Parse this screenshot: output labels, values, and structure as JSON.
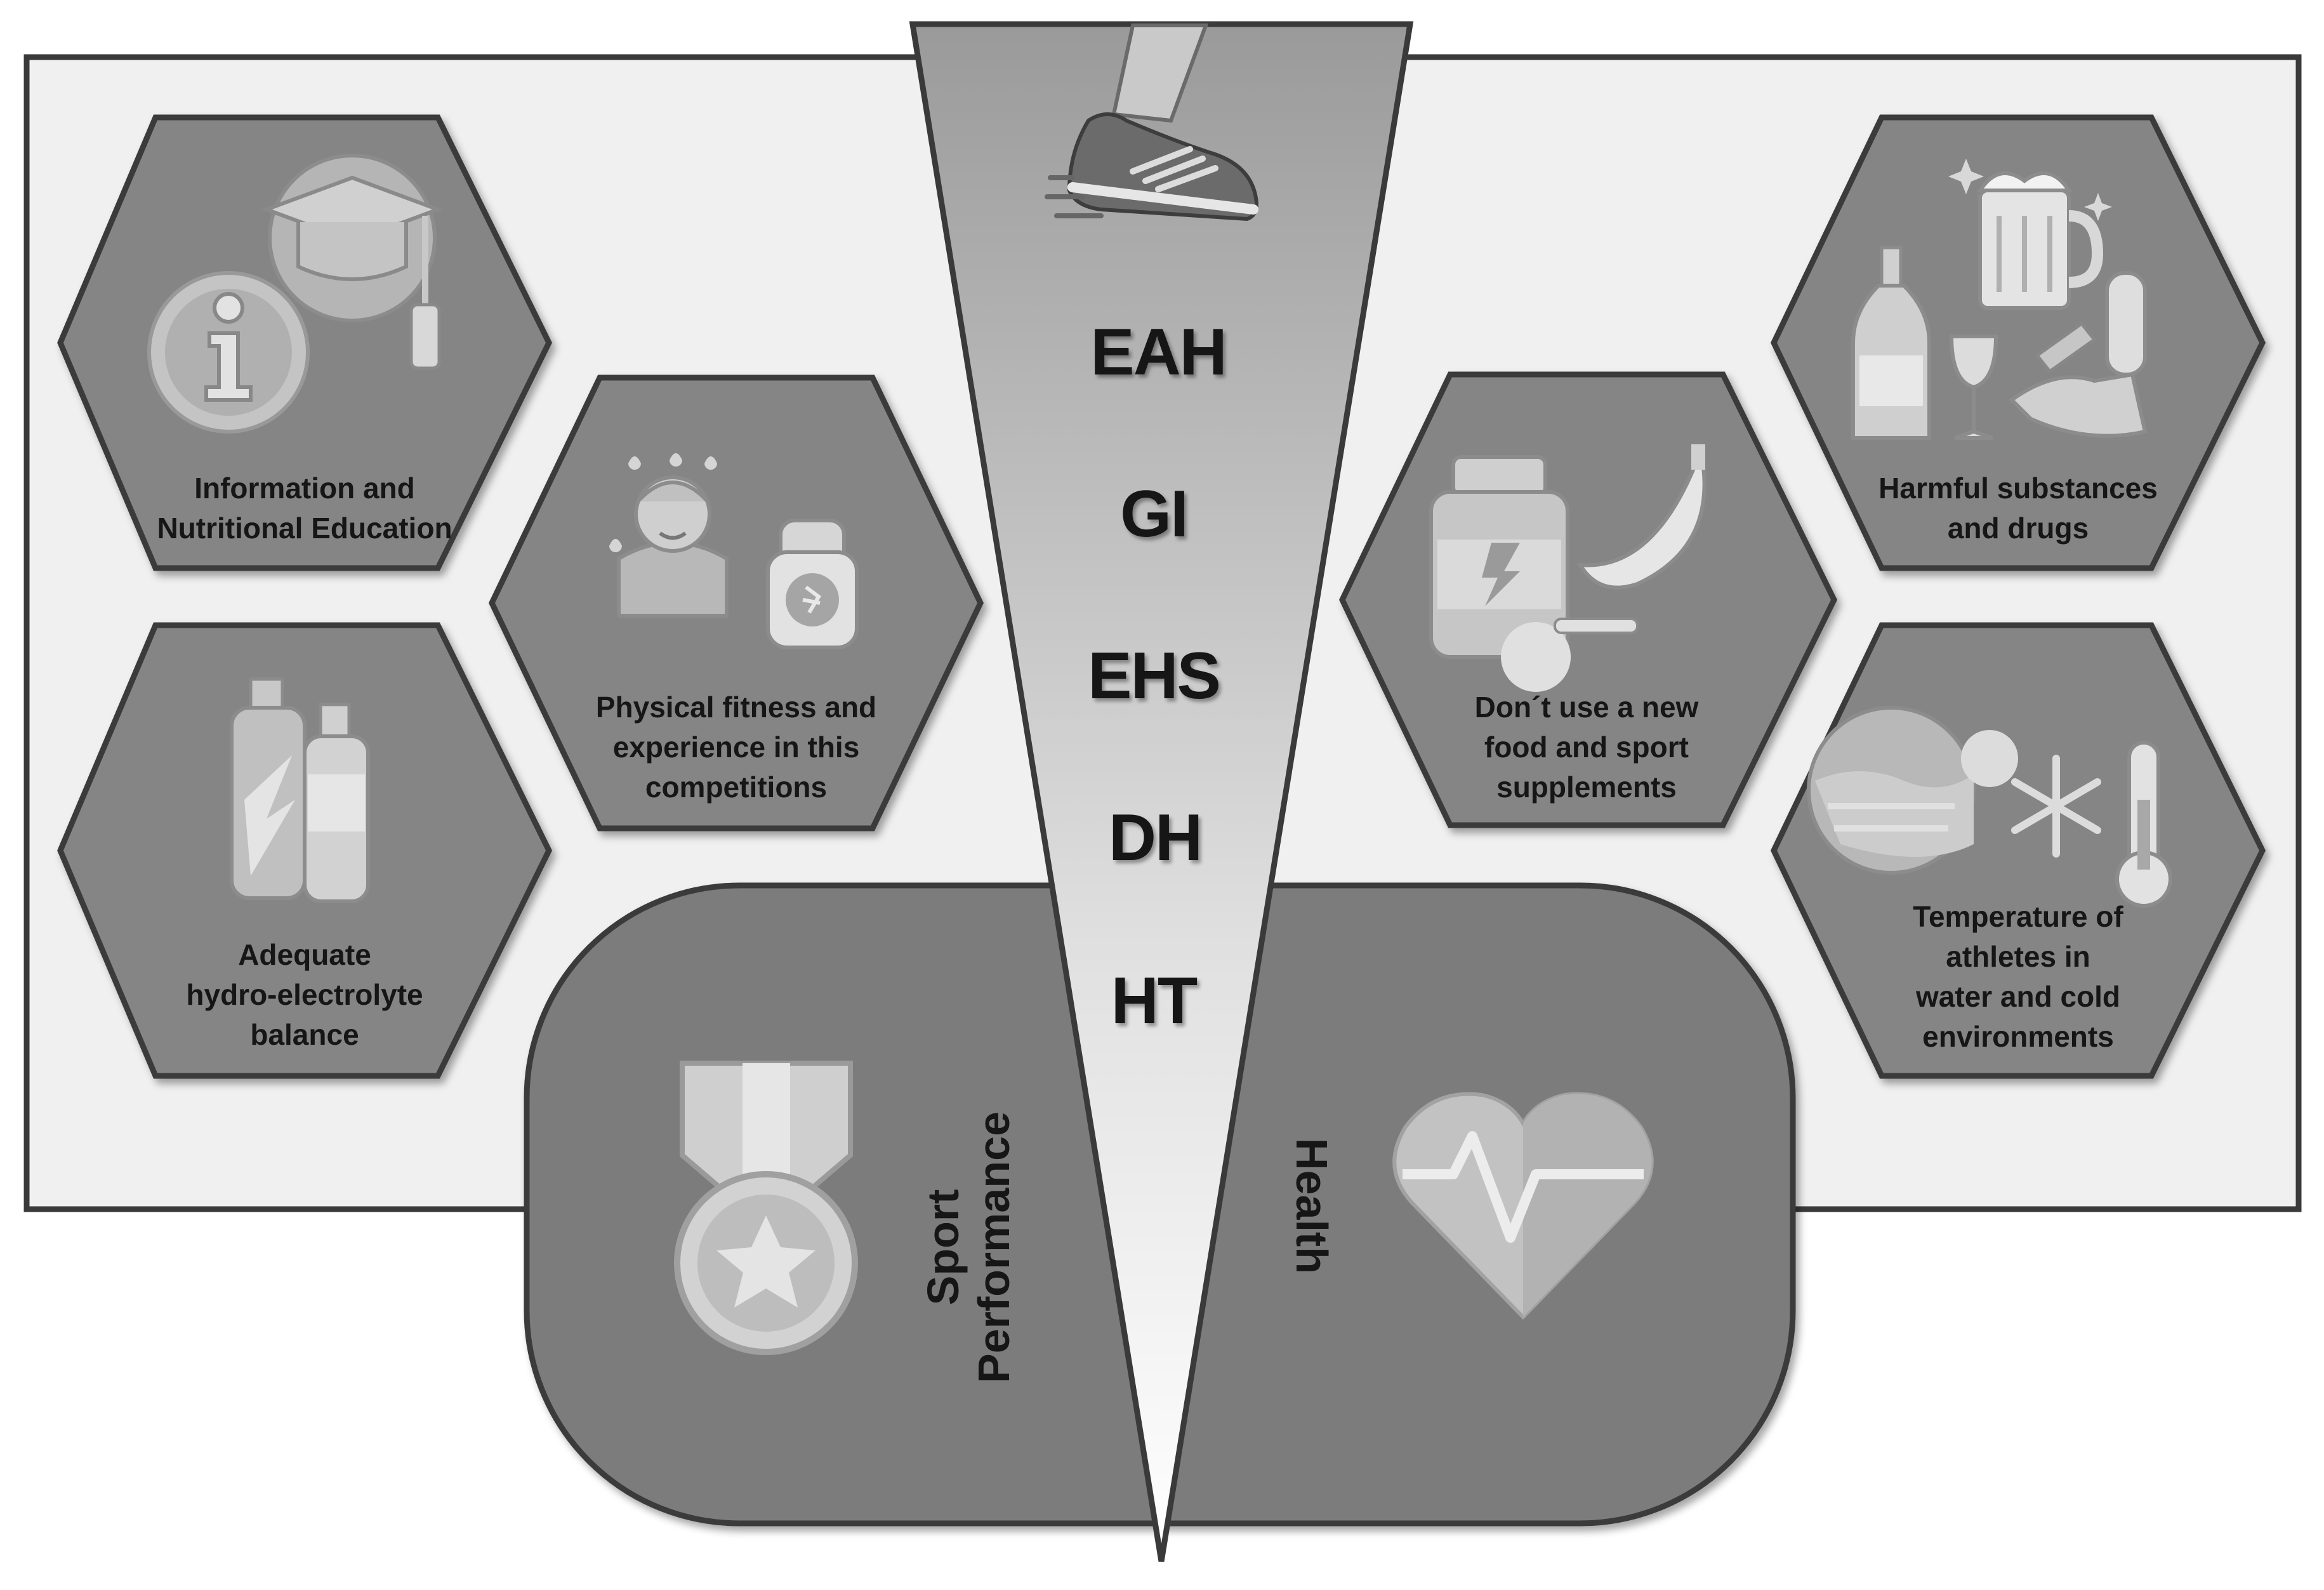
{
  "abbreviations": [
    "EAH",
    "GI",
    "EHS",
    "DH",
    "HT"
  ],
  "left_factors": [
    {
      "lines": [
        "Information and",
        "Nutritional Education"
      ],
      "icon": "graduation-cap-info-icon"
    },
    {
      "lines": [
        "Physical fitness and",
        "experience in this",
        "competitions"
      ],
      "icon": "sweating-athlete-smartwatch-icon"
    },
    {
      "lines": [
        "Adequate",
        "hydro-electrolyte",
        "balance"
      ],
      "icon": "sport-drink-bottles-icon"
    }
  ],
  "right_factors": [
    {
      "lines": [
        "Harmful substances",
        "and drugs"
      ],
      "icon": "alcohol-drugs-icon"
    },
    {
      "lines": [
        "Don´t use a new",
        "food and sport",
        "supplements"
      ],
      "icon": "supplement-jar-banana-icon"
    },
    {
      "lines": [
        "Temperature  of",
        "athletes in",
        "water and cold",
        "environments"
      ],
      "icon": "cold-water-thermometer-icon"
    }
  ],
  "outcomes": {
    "left": {
      "lines": [
        "Sport",
        "Performance"
      ],
      "icon": "medal-icon"
    },
    "right": {
      "lines": [
        "Health"
      ],
      "icon": "heart-pulse-icon"
    }
  },
  "top_icon": "running-shoe-icon",
  "colors": {
    "panel": "#f0f0f0",
    "hex": "#858585",
    "pill": "#7b7b7b",
    "stroke": "#3a3a3a",
    "text": "#161616"
  }
}
